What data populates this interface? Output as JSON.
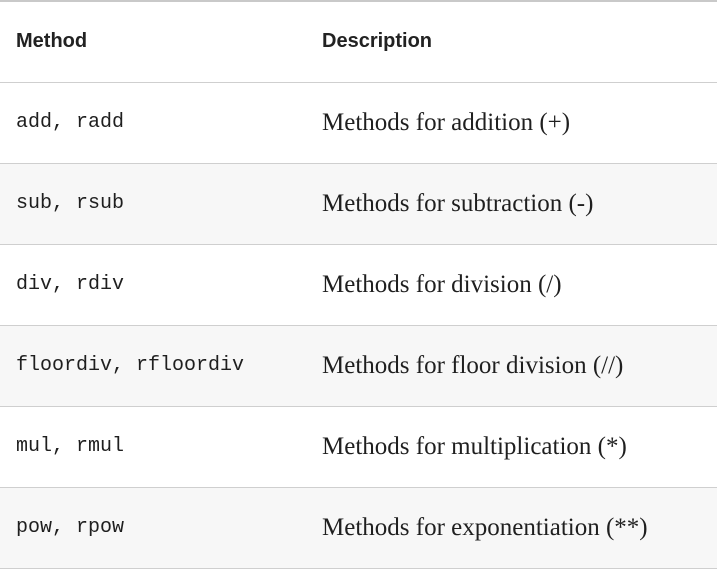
{
  "table": {
    "headers": {
      "method": "Method",
      "description": "Description"
    },
    "rows": [
      {
        "method": "add, radd",
        "description": "Methods for addition (+)"
      },
      {
        "method": "sub, rsub",
        "description": "Methods for subtraction (-)"
      },
      {
        "method": "div, rdiv",
        "description": "Methods for division (/)"
      },
      {
        "method": "floordiv, rfloordiv",
        "description": "Methods for floor division (//)"
      },
      {
        "method": "mul, rmul",
        "description": "Methods for multiplication (*)"
      },
      {
        "method": "pow, rpow",
        "description": "Methods for exponentiation (**)"
      }
    ]
  },
  "colors": {
    "border": "#cfcfcf",
    "alt_row": "#f7f7f7",
    "text": "#1f1f1f"
  }
}
